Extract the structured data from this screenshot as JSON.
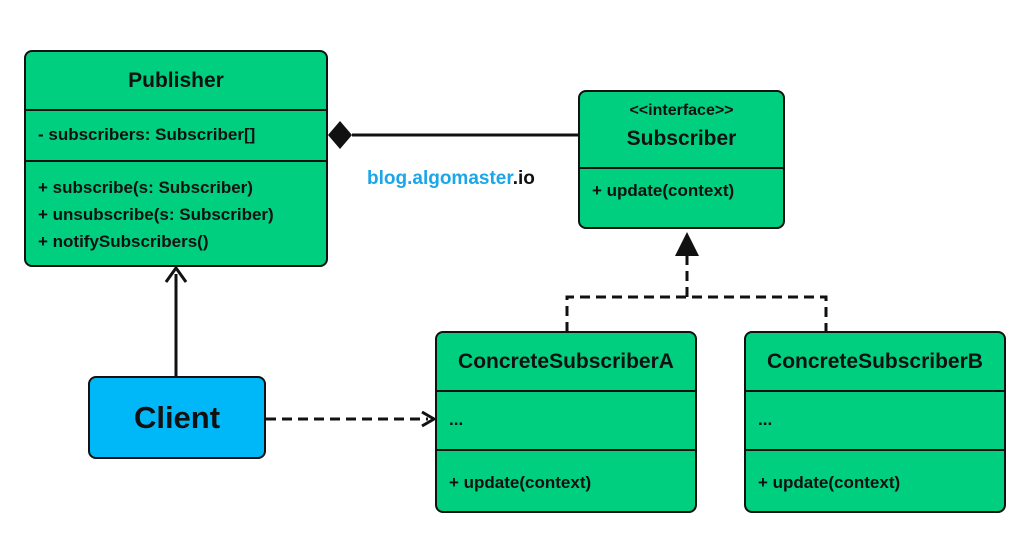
{
  "publisher": {
    "name": "Publisher",
    "attributes": [
      "- subscribers: Subscriber[]"
    ],
    "methods": [
      "+ subscribe(s: Subscriber)",
      "+ unsubscribe(s: Subscriber)",
      "+ notifySubscribers()"
    ]
  },
  "subscriber": {
    "stereotype": "<<interface>>",
    "name": "Subscriber",
    "methods": [
      "+ update(context)"
    ]
  },
  "concrete_a": {
    "name": "ConcreteSubscriberA",
    "attributes": [
      "..."
    ],
    "methods": [
      "+ update(context)"
    ]
  },
  "concrete_b": {
    "name": "ConcreteSubscriberB",
    "attributes": [
      "..."
    ],
    "methods": [
      "+ update(context)"
    ]
  },
  "client": {
    "name": "Client"
  },
  "watermark": {
    "part1": "blog.algomaster",
    "part2": ".io"
  },
  "colors": {
    "class_fill": "#00cf80",
    "client_fill": "#00b7f7",
    "border": "#111111",
    "watermark_accent": "#1aa6e8"
  }
}
